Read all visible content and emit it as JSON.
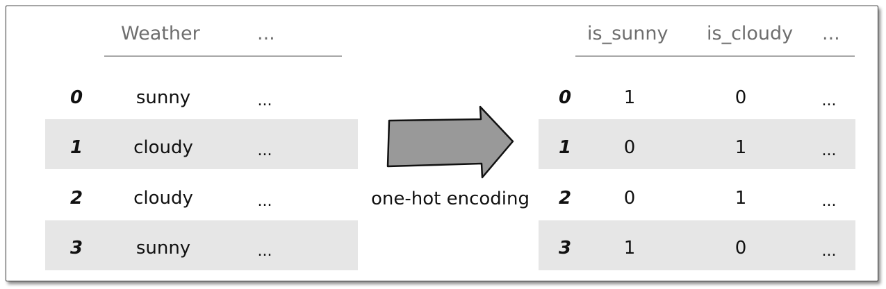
{
  "left_table": {
    "headers": [
      "Weather",
      "..."
    ],
    "rows": [
      {
        "index": "0",
        "cells": [
          "sunny",
          "..."
        ]
      },
      {
        "index": "1",
        "cells": [
          "cloudy",
          "..."
        ]
      },
      {
        "index": "2",
        "cells": [
          "cloudy",
          "..."
        ]
      },
      {
        "index": "3",
        "cells": [
          "sunny",
          "..."
        ]
      }
    ]
  },
  "transform": {
    "label": "one-hot encoding"
  },
  "right_table": {
    "headers": [
      "is_sunny",
      "is_cloudy",
      "..."
    ],
    "rows": [
      {
        "index": "0",
        "cells": [
          "1",
          "0",
          "..."
        ]
      },
      {
        "index": "1",
        "cells": [
          "0",
          "1",
          "..."
        ]
      },
      {
        "index": "2",
        "cells": [
          "0",
          "1",
          "..."
        ]
      },
      {
        "index": "3",
        "cells": [
          "1",
          "0",
          "..."
        ]
      }
    ]
  },
  "colors": {
    "stripe": "#e6e6e6",
    "arrow_fill": "#999999",
    "header_text": "#6e6e6e"
  }
}
